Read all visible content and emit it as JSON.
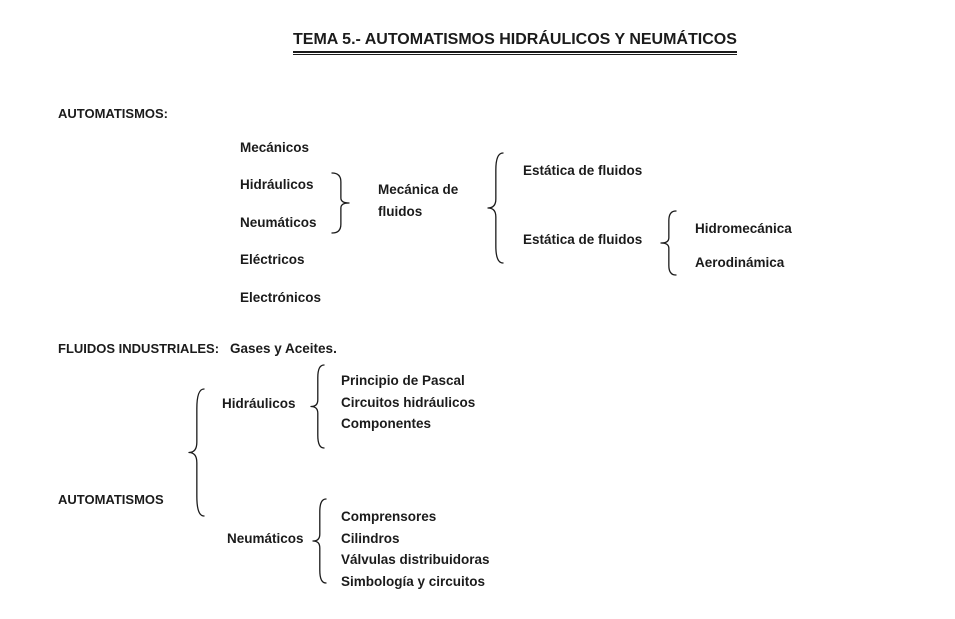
{
  "document": {
    "title": "TEMA 5.- AUTOMATISMOS HIDRÁULICOS Y NEUMÁTICOS"
  },
  "automatismos_types": {
    "heading": "AUTOMATISMOS:",
    "items": [
      "Mecánicos",
      "Hidráulicos",
      "Neumáticos",
      "Eléctricos",
      "Electrónicos"
    ],
    "mecanica_group": {
      "label": "Mecánica de fluidos",
      "branch1": "Estática de fluidos",
      "branch2": "Estática de fluidos",
      "branch2_children": [
        "Hidromecánica",
        "Aerodinámica"
      ]
    }
  },
  "fluidos_industriales": {
    "heading": "FLUIDOS INDUSTRIALES:",
    "value": "Gases y Aceites."
  },
  "automatismos_tree": {
    "root": "AUTOMATISMOS",
    "hidraulicos": {
      "label": "Hidráulicos",
      "children": [
        "Principio de Pascal",
        "Circuitos hidráulicos",
        "Componentes"
      ]
    },
    "neumaticos": {
      "label": "Neumáticos",
      "children": [
        "Comprensores",
        "Cilindros",
        "Válvulas distribuidoras",
        "Simbología y circuitos"
      ]
    }
  },
  "colors": {
    "background": "#ffffff",
    "text": "#1b1b1b"
  }
}
